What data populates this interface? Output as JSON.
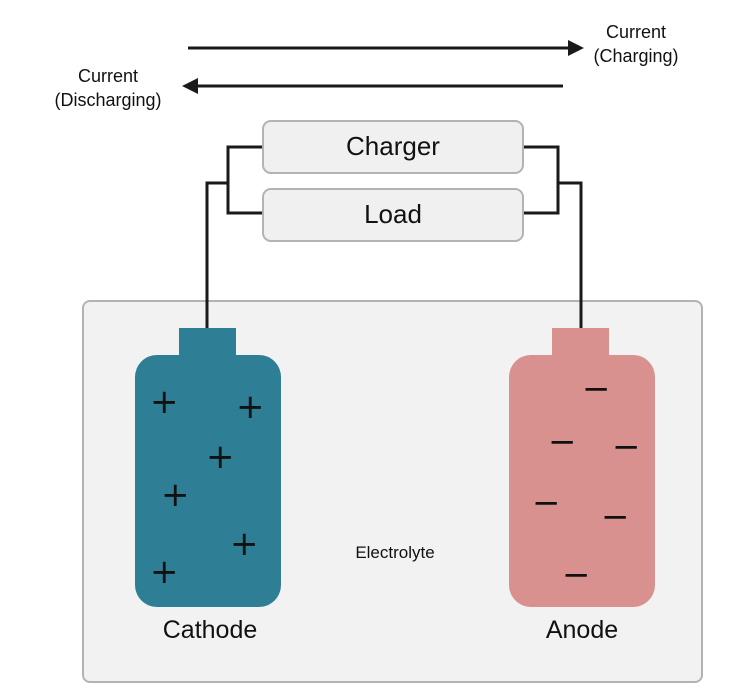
{
  "currents": {
    "charging": {
      "line1": "Current",
      "line2": "(Charging)"
    },
    "discharging": {
      "line1": "Current",
      "line2": "(Discharging)"
    }
  },
  "boxes": {
    "charger": "Charger",
    "load": "Load"
  },
  "cell": {
    "electrolyte": "Electrolyte"
  },
  "electrodes": {
    "cathode": {
      "label": "Cathode",
      "sign": "+",
      "color": "#2e7f95"
    },
    "anode": {
      "label": "Anode",
      "sign": "−",
      "color": "#d8918f"
    }
  },
  "colors": {
    "wire": "#1a1a1a",
    "box_fill": "#f0f0f0",
    "box_stroke": "#b3b3b3",
    "container_fill": "#f2f2f2",
    "container_stroke": "#b3b3b3"
  }
}
